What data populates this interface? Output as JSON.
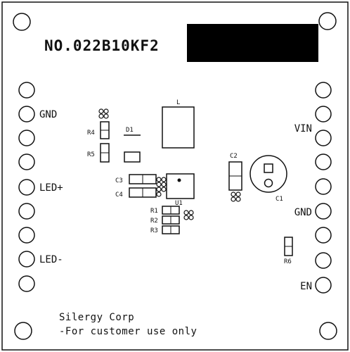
{
  "board": {
    "part_number": "NO.022B10KF2",
    "company": "Silergy Corp",
    "note": "-For customer use only",
    "colors": {
      "silkscreen": "#111111",
      "background": "#ffffff",
      "label_block": "#000000"
    }
  },
  "pins_left": [
    {
      "id": "pl1",
      "label": ""
    },
    {
      "id": "pl2",
      "label": "GND"
    },
    {
      "id": "pl3",
      "label": ""
    },
    {
      "id": "pl4",
      "label": ""
    },
    {
      "id": "pl5",
      "label": "LED+"
    },
    {
      "id": "pl6",
      "label": ""
    },
    {
      "id": "pl7",
      "label": ""
    },
    {
      "id": "pl8",
      "label": "LED-"
    },
    {
      "id": "pl9",
      "label": ""
    }
  ],
  "pins_right": [
    {
      "id": "pr1",
      "label": ""
    },
    {
      "id": "pr2",
      "label": ""
    },
    {
      "id": "pr3",
      "label": "VIN"
    },
    {
      "id": "pr4",
      "label": ""
    },
    {
      "id": "pr5",
      "label": ""
    },
    {
      "id": "pr6",
      "label": "GND"
    },
    {
      "id": "pr7",
      "label": ""
    },
    {
      "id": "pr8",
      "label": ""
    },
    {
      "id": "pr9",
      "label": "EN"
    }
  ],
  "components": {
    "L": "L",
    "D1": "D1",
    "R4": "R4",
    "R5": "R5",
    "C3": "C3",
    "C4": "C4",
    "U1": "U1",
    "R1": "R1",
    "R2": "R2",
    "R3": "R3",
    "C2": "C2",
    "C1": "C1",
    "R6": "R6"
  }
}
